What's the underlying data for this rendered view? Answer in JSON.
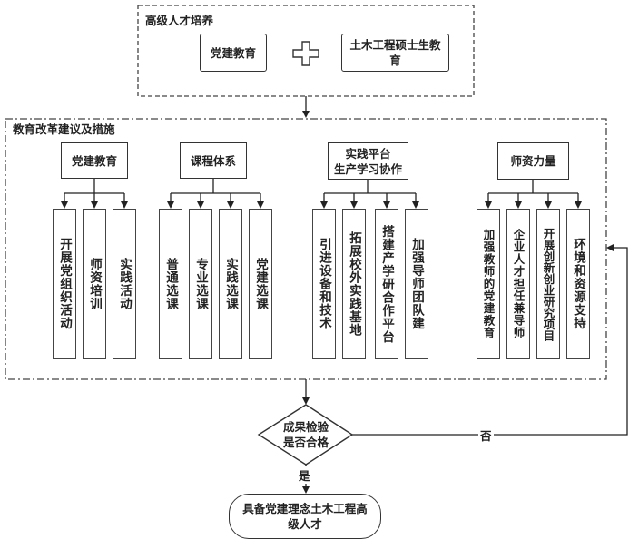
{
  "top_section": {
    "title": "高级人才培养",
    "left_box": "党建教育",
    "operator_icon": "plus-icon",
    "right_box": "土木工程硕士生教育"
  },
  "reform_section": {
    "title": "教育改革建议及措施",
    "groups": [
      {
        "header": "党建教育",
        "items": [
          "开展党组织活动",
          "师资培训",
          "实践活动"
        ]
      },
      {
        "header": "课程体系",
        "items": [
          "普通选课",
          "专业选课",
          "实践选课",
          "党建选课"
        ]
      },
      {
        "header_line1": "实践平台",
        "header_line2": "生产学习协作",
        "items": [
          "引进设备和技术",
          "拓展校外实践基地",
          "搭建产学研合作平台",
          "加强导师团队建"
        ]
      },
      {
        "header": "师资力量",
        "items": [
          "加强教师的党建教育",
          "企业人才担任兼导师",
          "开展创新创业研究项目",
          "环境和资源支持"
        ]
      }
    ]
  },
  "decision": {
    "line1": "成果检验",
    "line2": "是否合格",
    "yes_label": "是",
    "no_label": "否"
  },
  "outcome": {
    "text": "具备党建理念土木工程高级人才"
  }
}
